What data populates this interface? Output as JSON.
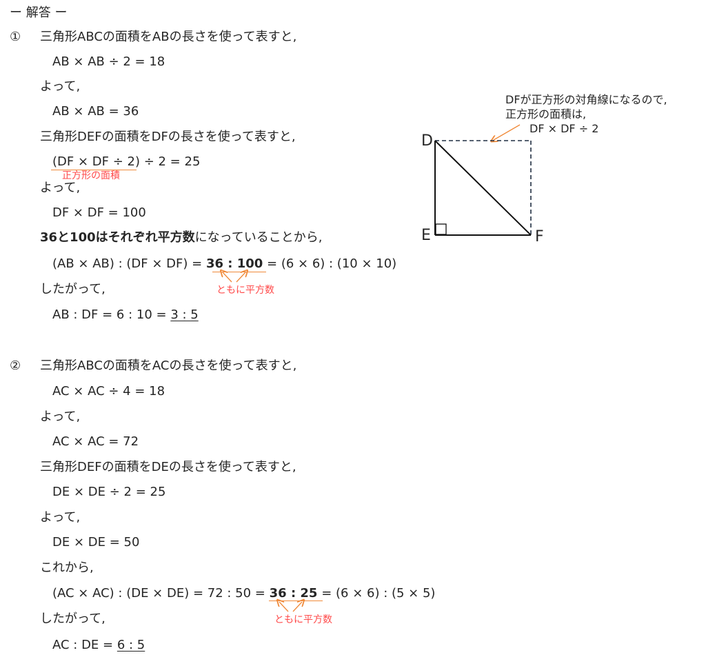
{
  "header": "ー 解答 ー",
  "part1": {
    "marker": "①",
    "intro": "三角形ABCの面積をABの長さを使って表すと,",
    "eq1": "AB × AB ÷ 2 = 18",
    "so1": "よって,",
    "eq2": "AB × AB = 36",
    "intro2": "三角形DEFの面積をDFの長さを使って表すと,",
    "eq3_paren": "(DF × DF ÷ 2)",
    "eq3_rest": " ÷ 2 = 25",
    "eq3_note": "正方形の面積",
    "so2": "よって,",
    "eq4": "DF × DF = 100",
    "obs_bold": "36と100はそれぞれ平方数",
    "obs_rest": "になっていることから,",
    "eq5_a": "(AB × AB) : (DF × DF) = ",
    "eq5_b": "36 : 100",
    "eq5_c": " = (6 × 6) : (10 × 10)",
    "eq5_note": "ともに平方数",
    "therefore": "したがって,",
    "ans_a": "AB : DF = 6 : 10 = ",
    "ans_b": "3 : 5"
  },
  "part2": {
    "marker": "②",
    "intro": "三角形ABCの面積をACの長さを使って表すと,",
    "eq1": "AC × AC ÷ 4 = 18",
    "so1": "よって,",
    "eq2": "AC × AC = 72",
    "intro2": "三角形DEFの面積をDEの長さを使って表すと,",
    "eq3": "DE × DE ÷ 2 = 25",
    "so2": "よって,",
    "eq4": "DE × DE = 50",
    "from": "これから,",
    "eq5_a": "(AC × AC) : (DE × DE) = 72 : 50 = ",
    "eq5_b": "36 : 25",
    "eq5_c": " = (6 × 6) : (5 × 5)",
    "eq5_note": "ともに平方数",
    "therefore": "したがって,",
    "ans_a": "AC : DE = ",
    "ans_b": "6 : 5"
  },
  "figure": {
    "callout1": "DFが正方形の対角線になるので,",
    "callout2": "正方形の面積は,",
    "callout3": "DF × DF ÷ 2",
    "label_d": "D",
    "label_e": "E",
    "label_f": "F"
  }
}
